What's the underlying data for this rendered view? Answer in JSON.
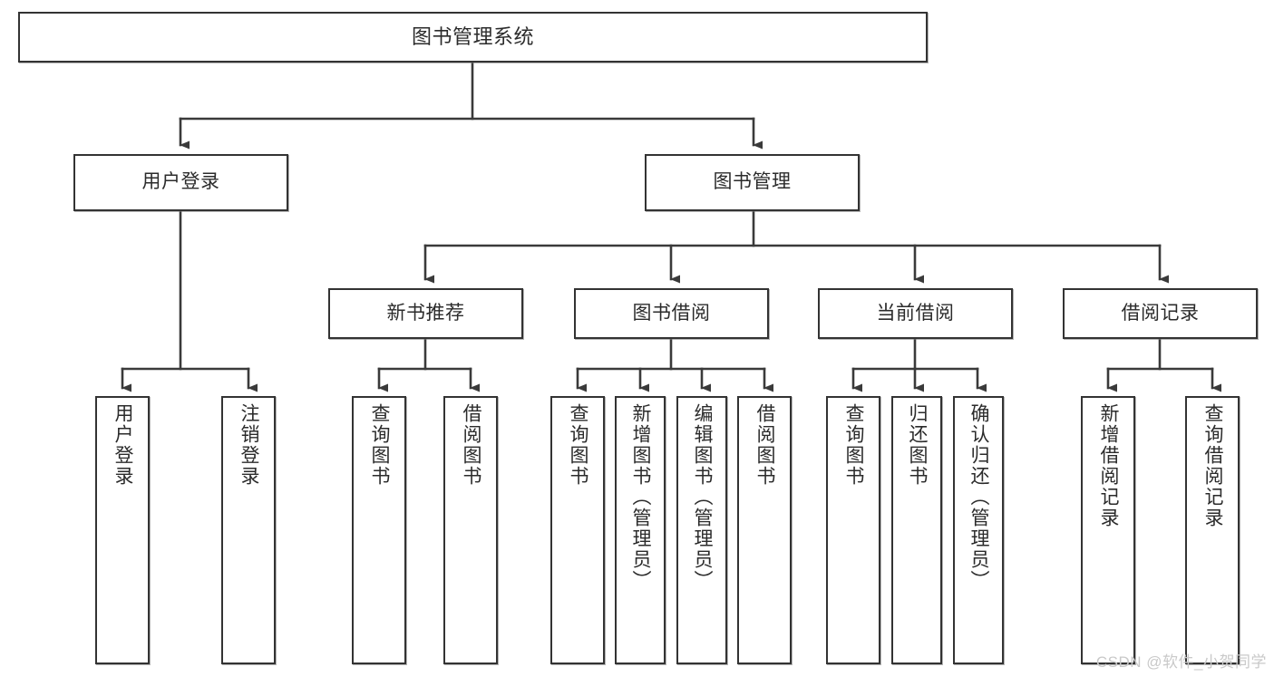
{
  "diagram": {
    "title": "图书管理系统",
    "type": "tree",
    "colors": {
      "node_border": "#333333",
      "node_fill": "#ffffff",
      "edge": "#3a3a3a",
      "text": "#2b2b2b",
      "watermark": "#c9c9c9"
    },
    "watermark": "CSDN @软件_小贺同学",
    "nodes": {
      "root": {
        "label": "图书管理系统"
      },
      "level2": [
        {
          "label": "用户登录"
        },
        {
          "label": "图书管理"
        }
      ],
      "level3": [
        {
          "label": "新书推荐"
        },
        {
          "label": "图书借阅"
        },
        {
          "label": "当前借阅"
        },
        {
          "label": "借阅记录"
        }
      ],
      "leaves": {
        "user_login": [
          {
            "label": "用户登录"
          },
          {
            "label": "注销登录"
          }
        ],
        "new_book_recommend": [
          {
            "label": "查询图书"
          },
          {
            "label": "借阅图书"
          }
        ],
        "book_borrow": [
          {
            "label": "查询图书"
          },
          {
            "label": "新增图书（管理员）"
          },
          {
            "label": "编辑图书（管理员）"
          },
          {
            "label": "借阅图书"
          }
        ],
        "current_borrow": [
          {
            "label": "查询图书"
          },
          {
            "label": "归还图书"
          },
          {
            "label": "确认归还（管理员）"
          }
        ],
        "borrow_records": [
          {
            "label": "新增借阅记录"
          },
          {
            "label": "查询借阅记录"
          }
        ]
      }
    }
  }
}
